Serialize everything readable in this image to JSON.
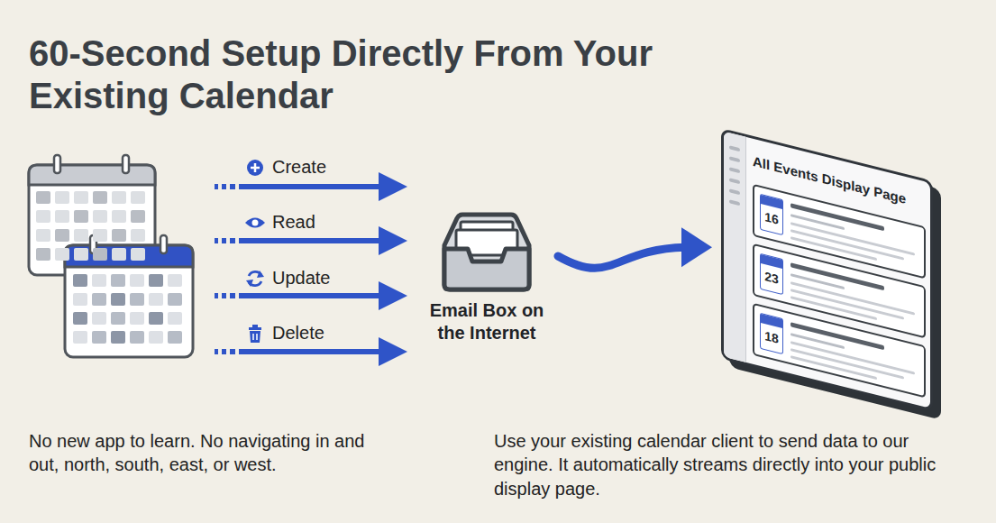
{
  "diagram": {
    "title": "60-Second Setup Directly From Your Existing Calendar",
    "nodes": [
      {
        "text": [
          "Email Box on the Internet"
        ]
      },
      {
        "text": [
          "All Events Display Page"
        ]
      },
      {
        "text": [
          "16"
        ],
        "in": 1
      },
      {
        "text": [
          "23"
        ],
        "in": 1
      },
      {
        "text": [
          "18"
        ],
        "in": 1
      }
    ],
    "edges": [
      {
        "from": 0,
        "to": 1,
        "arrow": "to"
      }
    ],
    "labels": [
      "Create",
      "Read",
      "Update",
      "Delete",
      "No new app to learn. No navigating in and out, north, south, east, or west.",
      "Use your existing calendar client to send data to our engine. It automatically streams directly into your public display page."
    ]
  }
}
